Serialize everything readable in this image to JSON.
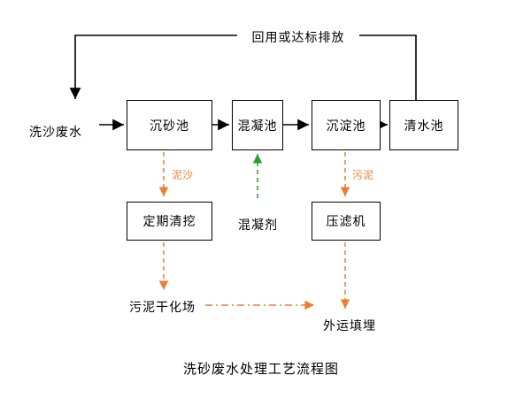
{
  "diagram": {
    "title": "洗砂废水处理工艺流程图",
    "source_label": "洗沙废水",
    "feedback_label": "回用或达标排放",
    "boxes": {
      "grit": "沉砂池",
      "coagulation": "混凝池",
      "sedimentation": "沉淀池",
      "clean": "清水池",
      "cleaning": "定期清挖",
      "press": "压滤机"
    },
    "flow_labels": {
      "silt": "泥沙",
      "sludge": "污泥",
      "coagulant": "混凝剂",
      "drying": "污泥干化场",
      "landfill": "外运填埋"
    },
    "colors": {
      "main_line": "#000000",
      "sludge_arrow": "#ED7D31",
      "coagulant_arrow": "#2E9E2E",
      "box_border": "#000000",
      "background": "#FFFFFF"
    }
  }
}
